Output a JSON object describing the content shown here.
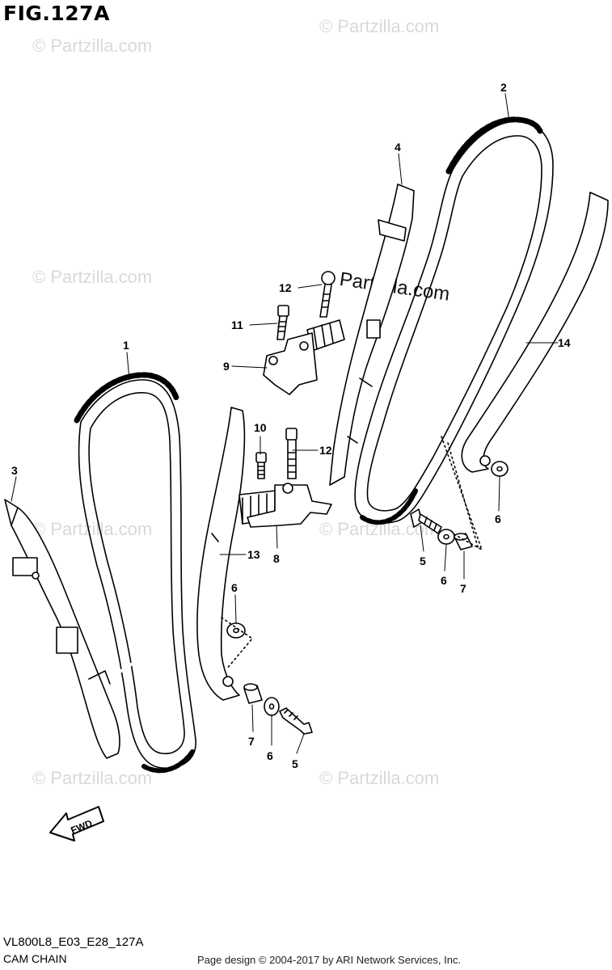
{
  "header": {
    "title": "FIG.127A"
  },
  "watermarks": {
    "text": "© Partzilla.com",
    "primary": "Partzilla.com"
  },
  "callouts": {
    "chain_front": "1",
    "chain_rear": "2",
    "guide_front": "3",
    "guide_rear": "4",
    "bolt_front": "5",
    "bolt_rear": "5",
    "washer_front_upper": "6",
    "washer_front_lower": "6",
    "washer_rear_upper": "6",
    "washer_rear_lower": "6",
    "spacer_front": "7",
    "spacer_rear": "7",
    "tensioner_front": "8",
    "tensioner_rear": "9",
    "bolt_small_front": "10",
    "bolt_small_rear": "11",
    "bolt_long_front": "12",
    "bolt_long_rear": "12",
    "adjuster_front": "13",
    "adjuster_rear": "14"
  },
  "fwd_label": "FWD",
  "footer": {
    "code": "VL800L8_E03_E28_127A",
    "caption": "CAM CHAIN",
    "credit": "Page design © 2004-2017 by ARI Network Services, Inc."
  },
  "colors": {
    "line": "#000000",
    "watermark": "#d9d9d9"
  }
}
